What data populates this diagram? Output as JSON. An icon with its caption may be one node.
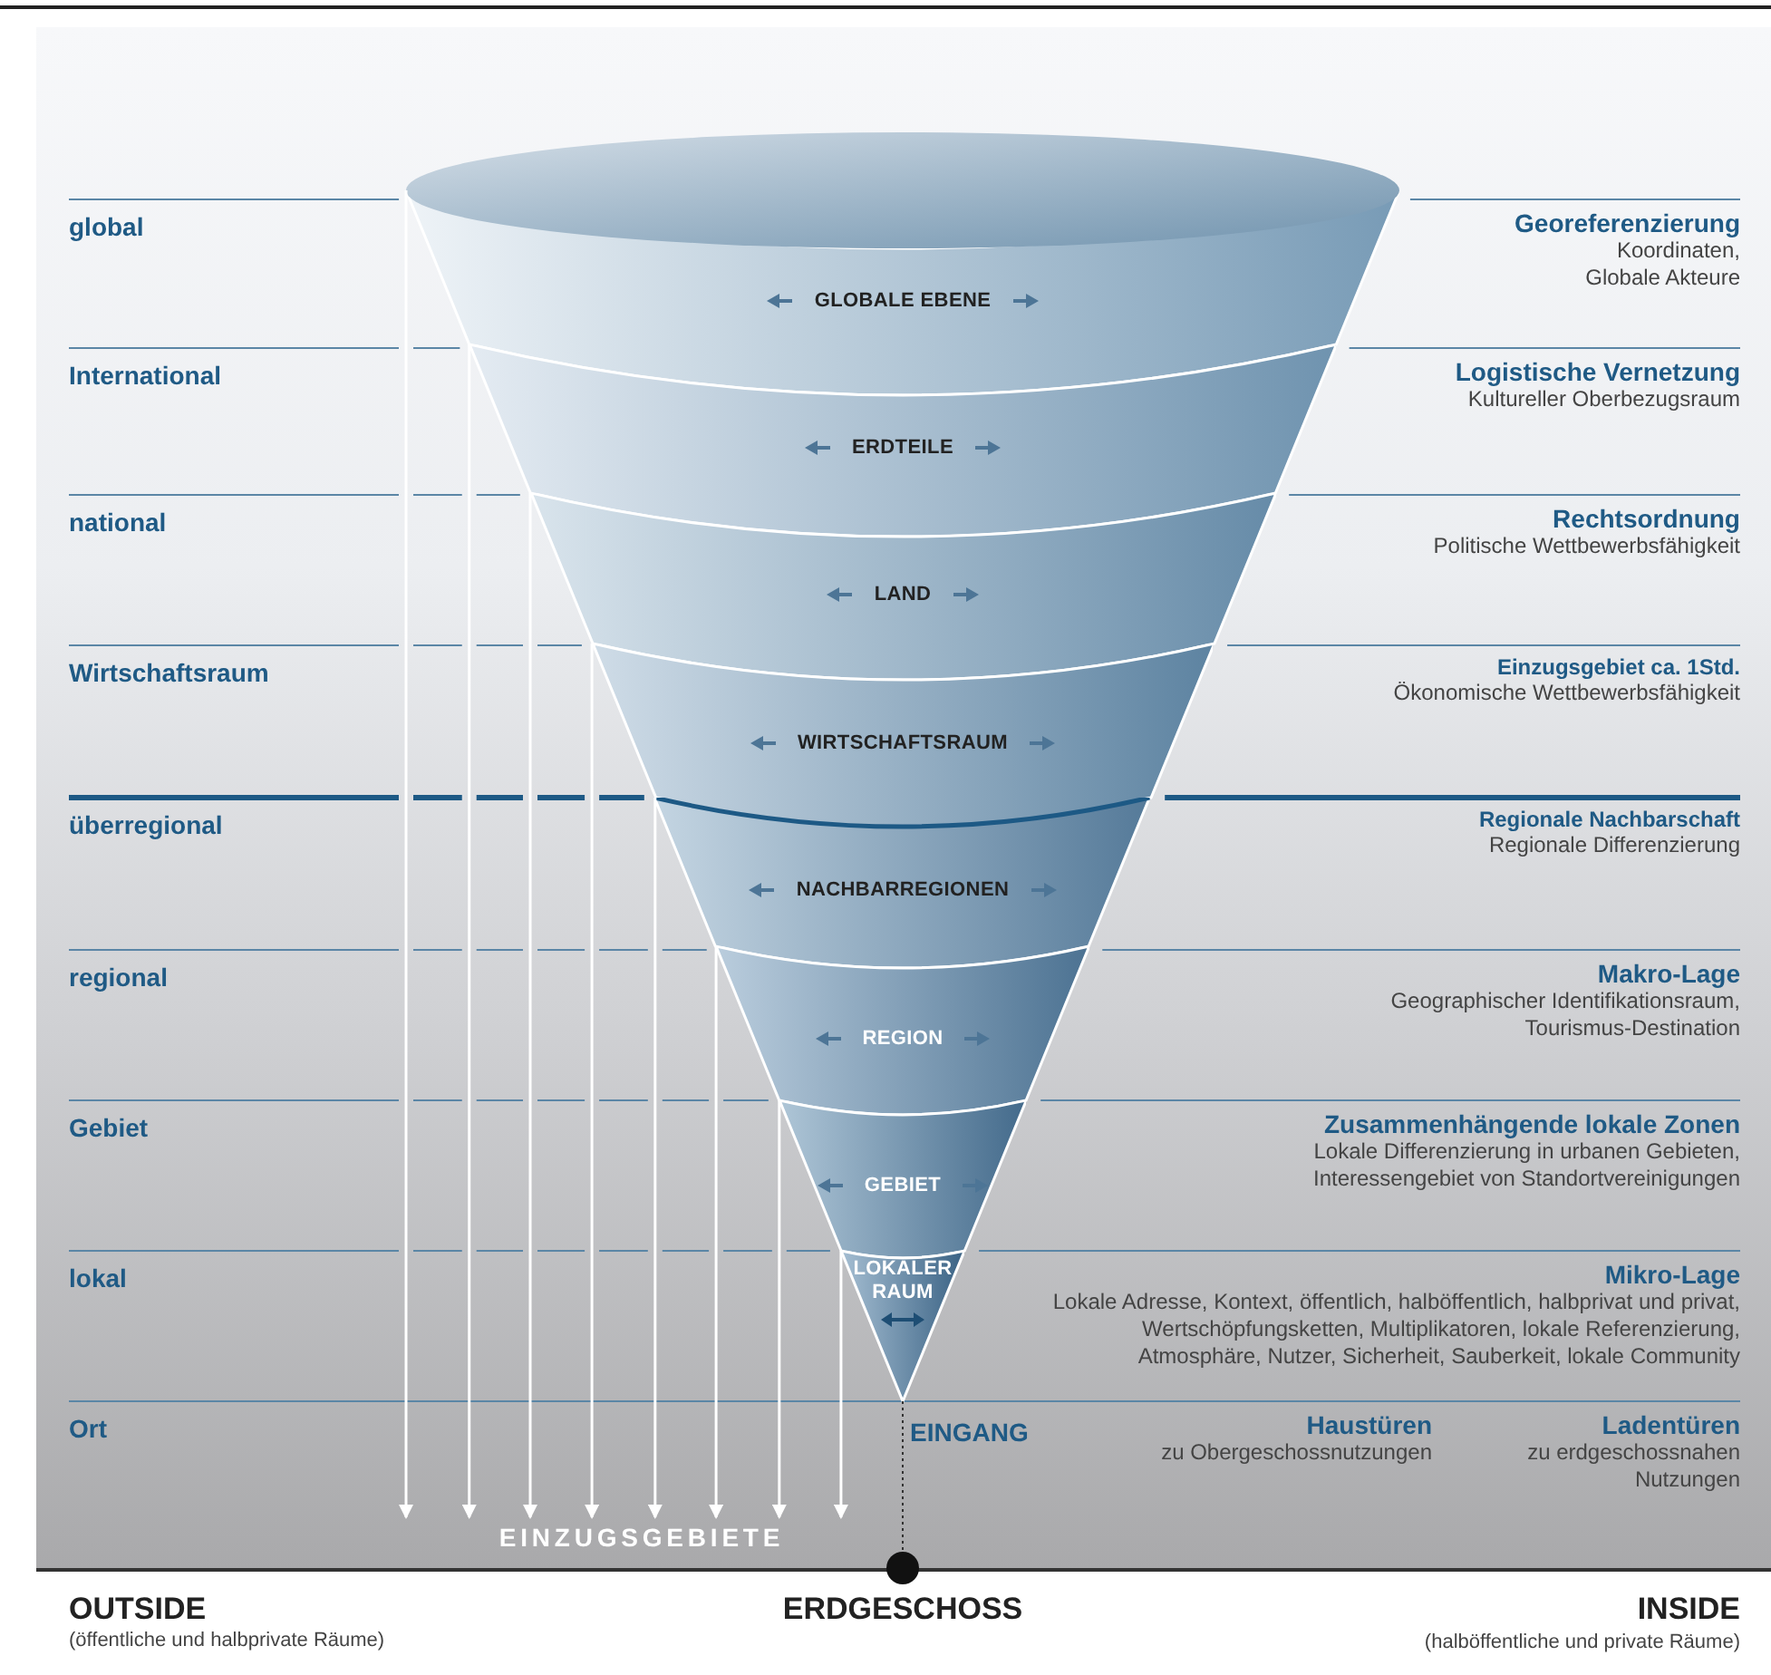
{
  "diagram": {
    "nodes": [
      {
        "text": [
          "GLOBALE EBENE"
        ]
      },
      {
        "text": [
          "ERDTEILE"
        ]
      },
      {
        "text": [
          "LAND"
        ]
      },
      {
        "text": [
          "WIRTSCHAFTSRAUM"
        ]
      },
      {
        "text": [
          "NACHBARREGIONEN"
        ]
      },
      {
        "text": [
          "REGION"
        ]
      },
      {
        "text": [
          "GEBIET"
        ]
      },
      {
        "text": [
          "LOKALER RAUM"
        ]
      },
      {
        "text": [
          "EINZUGSGEBIETE"
        ]
      },
      {
        "text": [],
        "shape": "circle"
      }
    ],
    "edges": [
      {
        "from": 0,
        "to": 8,
        "arrow": "to"
      },
      {
        "from": 1,
        "to": 8,
        "arrow": "to"
      },
      {
        "from": 2,
        "to": 8,
        "arrow": "to"
      },
      {
        "from": 3,
        "to": 8,
        "arrow": "to"
      },
      {
        "from": 4,
        "to": 8,
        "arrow": "to"
      },
      {
        "from": 5,
        "to": 8,
        "arrow": "to"
      },
      {
        "from": 6,
        "to": 8,
        "arrow": "to"
      },
      {
        "from": 7,
        "to": 8,
        "arrow": "to"
      },
      {
        "from": 7,
        "to": 9,
        "arrow": "none",
        "style": "dashed",
        "color": "#333333"
      }
    ],
    "labels": [
      "global",
      "International",
      "national",
      "Wirtschaftsraum",
      "überregional",
      "regional",
      "Gebiet",
      "lokal",
      "Ort",
      "Georeferenzierung",
      "Koordinaten, Globale Akteure",
      "Logistische Vernetzung",
      "Kultureller Oberbezugsraum",
      "Rechtsordnung",
      "Politische Wettbewerbsfähigkeit",
      "Einzugsgebiet ca. 1Std.",
      "Ökonomische Wettbewerbsfähigkeit",
      "Regionale Nachbarschaft",
      "Regionale Differenzierung",
      "Makro-Lage",
      "Geographischer Identifikationsraum, Tourismus-Destination",
      "Zusammenhängende lokale Zonen",
      "Lokale Differenzierung in urbanen Gebieten, Interessengebiet von Standortvereinigungen",
      "Mikro-Lage",
      "Lokale Adresse, Kontext, öffentlich, halböffentlich, halbprivat und privat, Wertschöpfungsketten, Multiplikatoren, lokale Referenzierung, Atmosphäre, Nutzer, Sicherheit, Sauberkeit, lokale Community",
      "EINGANG",
      "Haustüren",
      "zu Obergeschossnutzungen",
      "Ladentüren",
      "zu erdgeschossnahen Nutzungen",
      "OUTSIDE",
      "(öffentliche und halbprivate Räume)",
      "ERDGESCHOSS",
      "INSIDE",
      "(halböffentliche und private Räume)"
    ]
  }
}
